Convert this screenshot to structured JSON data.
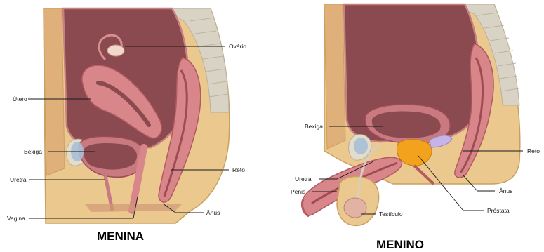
{
  "female": {
    "caption": "MENINA",
    "labels": {
      "ovario": "Ovário",
      "utero": "Útero",
      "bexiga": "Bexiga",
      "uretra": "Uretra",
      "vagina": "Vagina",
      "reto": "Reto",
      "anus": "Ânus"
    }
  },
  "male": {
    "caption": "MENINO",
    "labels": {
      "bexiga": "Bexiga",
      "uretra": "Uretra",
      "penis": "Pênis",
      "testiculo": "Testículo",
      "reto": "Reto",
      "anus": "Ânus",
      "prostata": "Próstata"
    }
  },
  "colors": {
    "skin": "#ebc88e",
    "skin_outline": "#c9a060",
    "cavity": "#8a4a4f",
    "organ": "#d9868a",
    "organ_dark": "#b25a60",
    "bladder": "#a7bfd6",
    "prostate": "#f2a21c",
    "spine": "#d8d3c4",
    "bone": "#e3dccb"
  }
}
